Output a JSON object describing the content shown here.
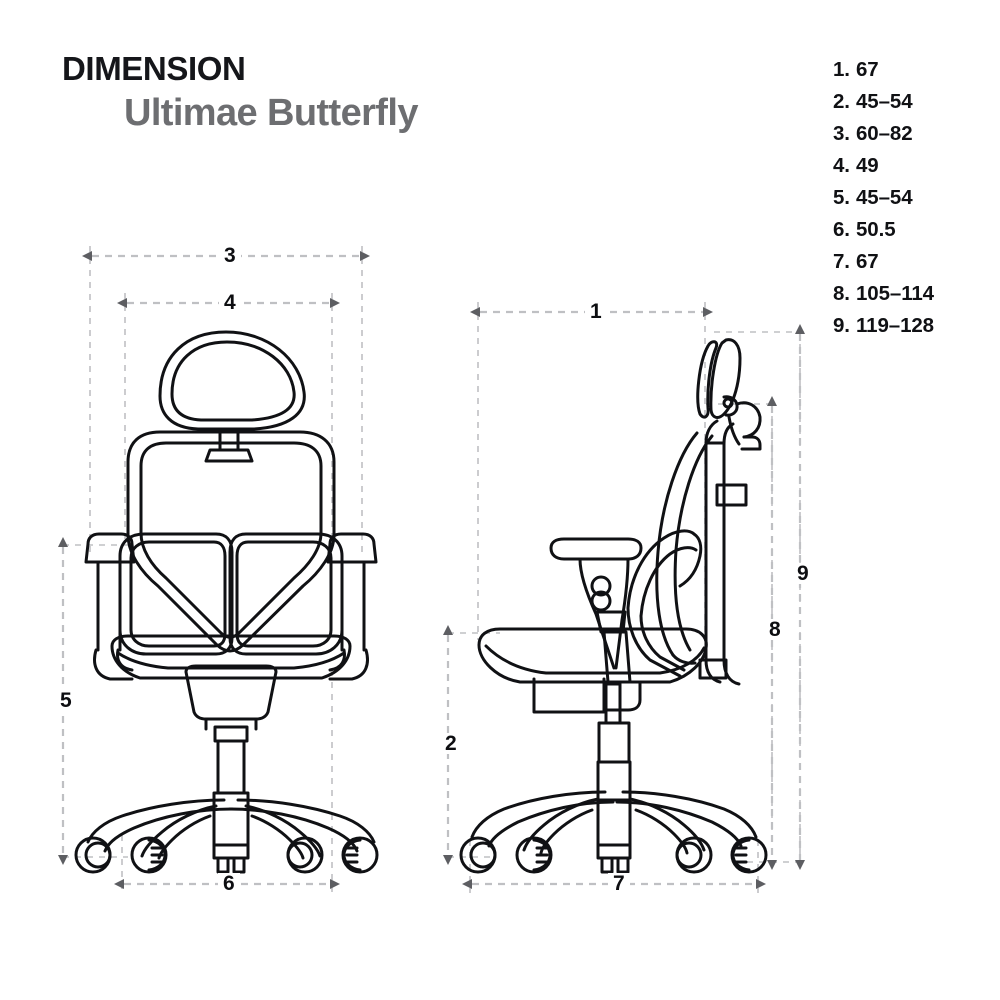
{
  "title": {
    "main": "DIMENSION",
    "sub": "Ultimae Butterfly"
  },
  "legend": {
    "items": [
      {
        "index": "1.",
        "value": "67"
      },
      {
        "index": "2.",
        "value": "45–54"
      },
      {
        "index": "3.",
        "value": "60–82"
      },
      {
        "index": "4.",
        "value": "49"
      },
      {
        "index": "5.",
        "value": "45–54"
      },
      {
        "index": "6.",
        "value": "50.5"
      },
      {
        "index": "7.",
        "value": "67"
      },
      {
        "index": "8.",
        "value": "105–114"
      },
      {
        "index": "9.",
        "value": "119–128"
      }
    ]
  },
  "dimension_markers": {
    "front_view": {
      "overall_width": "3",
      "backrest_width": "4",
      "seat_to_floor_span": "5",
      "base_width": "6"
    },
    "side_view": {
      "depth": "1",
      "seat_height": "2",
      "base_depth": "7",
      "back_height": "8",
      "total_height": "9"
    }
  },
  "colors": {
    "ink": "#101114",
    "title_gray": "#6d6e71",
    "dimension_line": "#b9babd",
    "arrow_head": "#5d5e62",
    "background": "#ffffff"
  },
  "views": {
    "front_view_label": "front-view-office-chair",
    "side_view_label": "side-view-office-chair"
  }
}
